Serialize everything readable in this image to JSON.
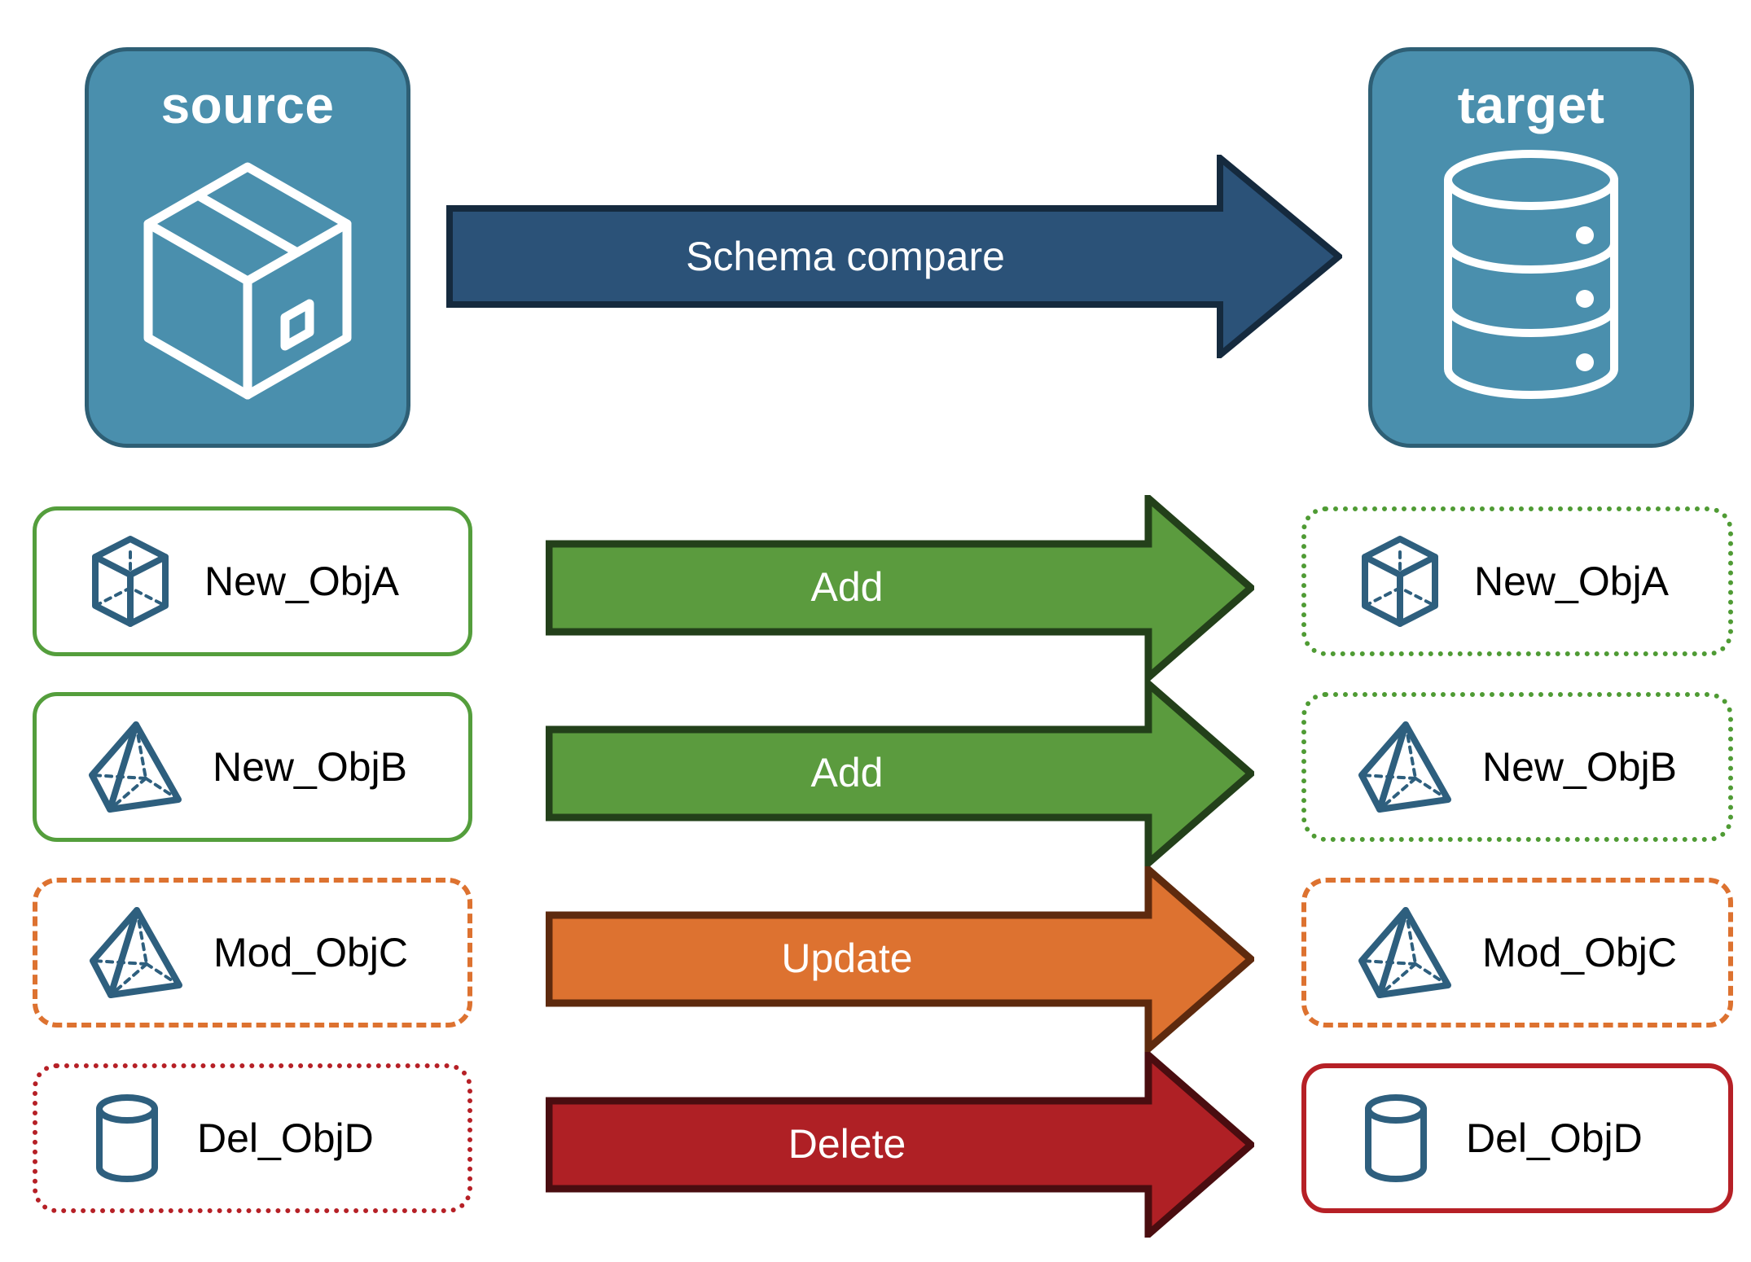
{
  "diagram": {
    "title": "Schema compare between source and target",
    "colors": {
      "endpoint_fill": "#4A8FAD",
      "endpoint_border": "#2E5F75",
      "compare_arrow_fill": "#2B5278",
      "compare_arrow_border": "#152A3E",
      "add_fill": "#5B9B3E",
      "add_border": "#23401A",
      "update_fill": "#DD7230",
      "update_border": "#5E2A0E",
      "delete_fill": "#AF2025",
      "delete_border": "#4A0D10",
      "object_icon": "#2E5F7E",
      "green_outline": "#549E3C",
      "orange_outline": "#DD7230",
      "red_outline": "#B62026"
    }
  },
  "endpoints": {
    "source": {
      "title": "source",
      "icon": "package-box-icon"
    },
    "target": {
      "title": "target",
      "icon": "database-cylinder-icon"
    }
  },
  "compare": {
    "label": "Schema compare",
    "icon": "right-arrow-icon"
  },
  "rows": [
    {
      "action": "Add",
      "action_key": "add",
      "source": {
        "label": "New_ObjA",
        "icon": "wireframe-cube-icon",
        "border_style": "solid",
        "border_color": "#549E3C"
      },
      "target": {
        "label": "New_ObjA",
        "icon": "wireframe-cube-icon",
        "border_style": "dotted",
        "border_color": "#4F9B34"
      }
    },
    {
      "action": "Add",
      "action_key": "add",
      "source": {
        "label": "New_ObjB",
        "icon": "wireframe-pyramid-icon",
        "border_style": "solid",
        "border_color": "#549E3C"
      },
      "target": {
        "label": "New_ObjB",
        "icon": "wireframe-pyramid-icon",
        "border_style": "dotted",
        "border_color": "#4F9B34"
      }
    },
    {
      "action": "Update",
      "action_key": "update",
      "source": {
        "label": "Mod_ObjC",
        "icon": "wireframe-pyramid-icon",
        "border_style": "dashed",
        "border_color": "#DD7230"
      },
      "target": {
        "label": "Mod_ObjC",
        "icon": "wireframe-pyramid-icon",
        "border_style": "dashed",
        "border_color": "#DD7230"
      }
    },
    {
      "action": "Delete",
      "action_key": "delete",
      "source": {
        "label": "Del_ObjD",
        "icon": "wireframe-cylinder-icon",
        "border_style": "dotted",
        "border_color": "#B62026"
      },
      "target": {
        "label": "Del_ObjD",
        "icon": "wireframe-cylinder-icon",
        "border_style": "solid",
        "border_color": "#B62026"
      }
    }
  ]
}
